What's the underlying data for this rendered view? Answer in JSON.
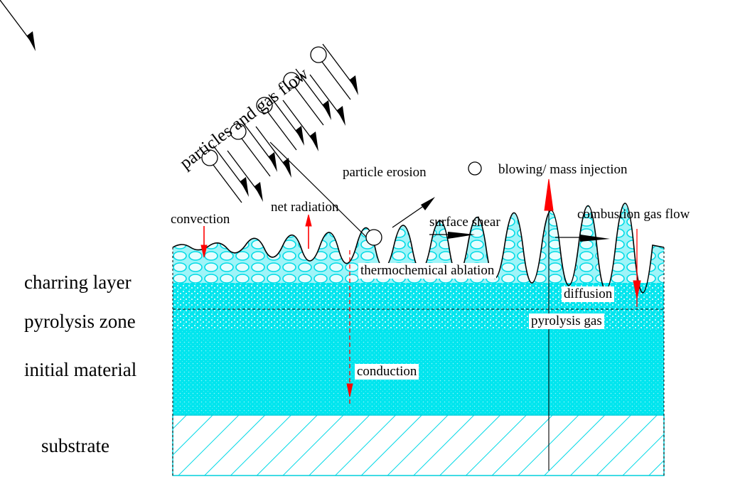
{
  "labels": {
    "particles_gas_flow": "particles and gas flow",
    "particle_erosion": "particle erosion",
    "blowing_mass_injection": "blowing/ mass injection",
    "convection": "convection",
    "net_radiation": "net radiation",
    "surface_shear": "surface shear",
    "combustion_gas_flow": "combustion gas flow",
    "thermochemical_ablation": "thermochemical ablation",
    "diffusion": "diffusion",
    "pyrolysis_gas": "pyrolysis gas",
    "conduction": "conduction"
  },
  "layers": {
    "charring": "charring layer",
    "pyrolysis": "pyrolysis zone",
    "initial": "initial material",
    "substrate": "substrate"
  },
  "colors": {
    "material": "#00e5ee",
    "material_light": "#bff8fb",
    "arrow_red": "#ff0000",
    "line": "#000000"
  },
  "icons": {
    "particle": "circle-icon",
    "flow_arrow": "arrow-icon"
  }
}
